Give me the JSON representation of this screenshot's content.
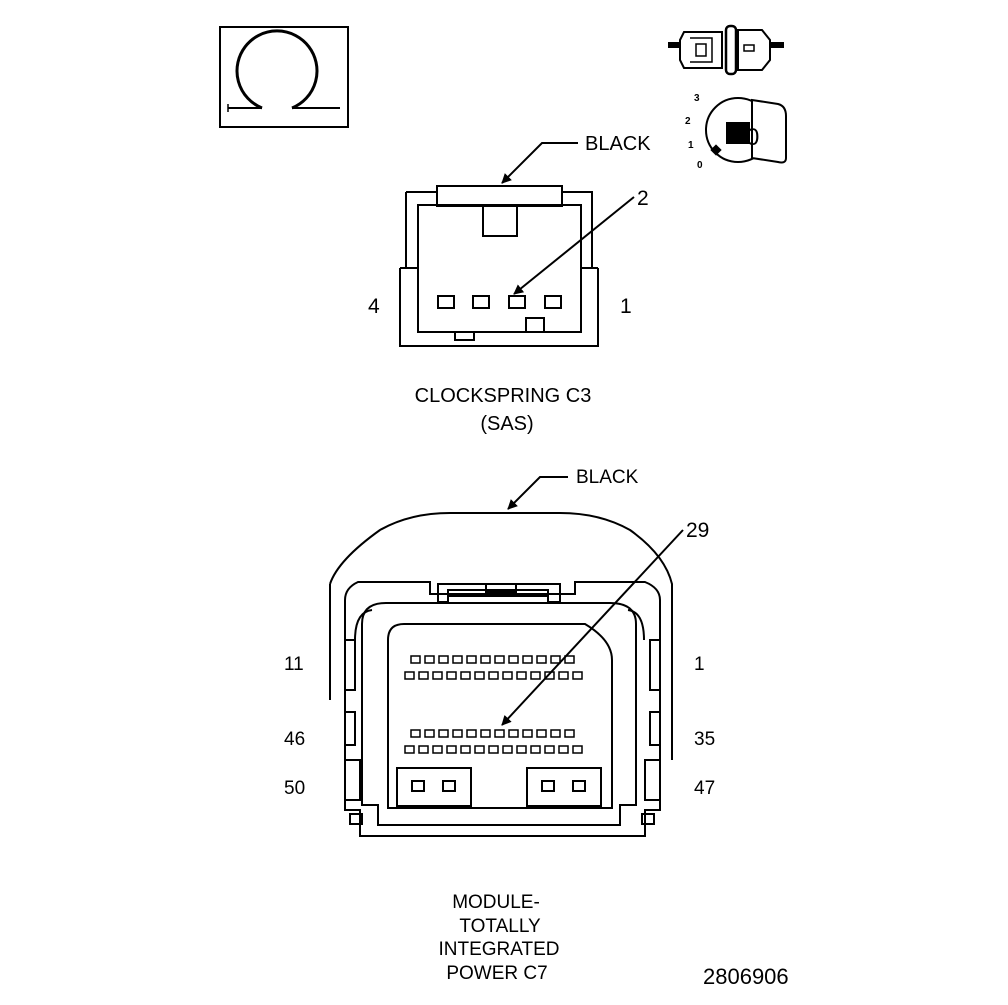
{
  "top_connector": {
    "color_callout": "BLACK",
    "pin_callout": "2",
    "left_pin": "4",
    "right_pin": "1",
    "title_line1": "CLOCKSPRING C3",
    "title_line2": "(SAS)"
  },
  "bottom_connector": {
    "color_callout": "BLACK",
    "pin_callout": "29",
    "row1_left": "11",
    "row1_right": "1",
    "row2_left": "46",
    "row2_right": "35",
    "row3_left": "50",
    "row3_right": "47",
    "title_line1": "MODULE-",
    "title_line2": "TOTALLY",
    "title_line3": "INTEGRATED",
    "title_line4": "POWER C7"
  },
  "ignition_icon": {
    "pos3": "3",
    "pos2": "2",
    "pos1": "1",
    "pos0": "0",
    "key_label": "0"
  },
  "figure_id": "2806906",
  "icons": [
    "resistance-omega-icon",
    "connector-plug-icon",
    "ignition-key-icon"
  ]
}
